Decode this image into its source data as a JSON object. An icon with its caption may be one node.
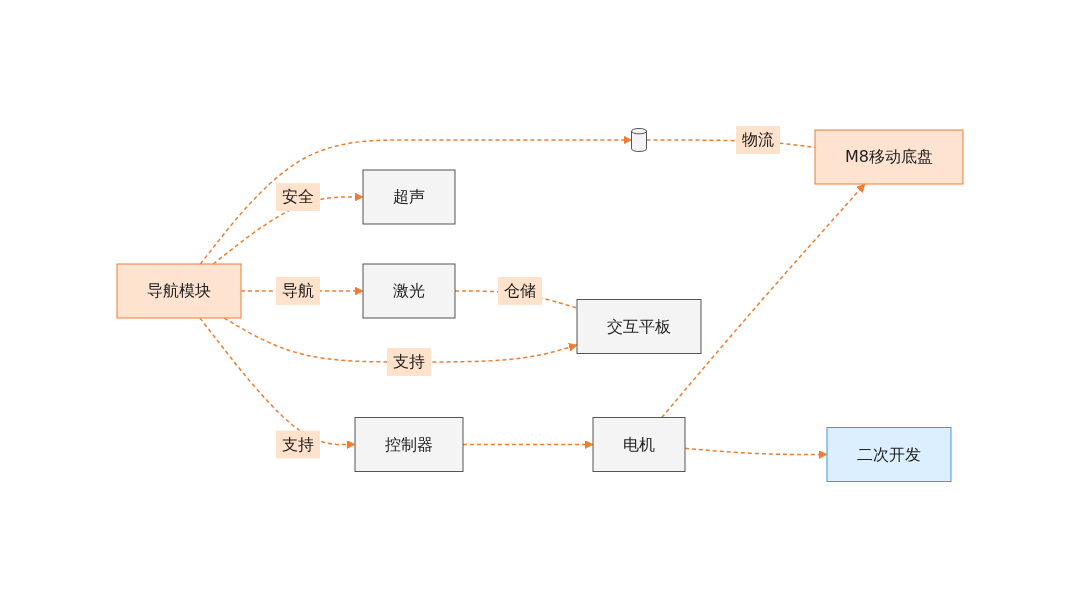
{
  "diagram": {
    "nodes": [
      {
        "text": [
          "激光"
        ]
      },
      {
        "text": [],
        "shape": "cylinder"
      },
      {
        "text": [
          "导航模块"
        ]
      },
      {
        "text": [
          "超声"
        ]
      },
      {
        "text": [
          "交互平板"
        ]
      },
      {
        "text": [
          "电机"
        ]
      },
      {
        "text": [
          "控制器"
        ]
      },
      {
        "text": [
          "二次开发"
        ]
      },
      {
        "text": [
          "M8移动底盘"
        ]
      }
    ],
    "edges": [
      {
        "from": 2,
        "to": 0,
        "arrow": "to",
        "label": "导航",
        "style": "dashed"
      },
      {
        "from": 2,
        "to": 1,
        "arrow": "to",
        "style": "dashed"
      },
      {
        "from": 2,
        "to": 3,
        "arrow": "to",
        "label": "安全",
        "style": "dashed"
      },
      {
        "from": 2,
        "to": 4,
        "arrow": "to",
        "label": "支持",
        "style": "dashed"
      },
      {
        "from": 2,
        "to": 6,
        "arrow": "to",
        "label": "支持",
        "style": "dashed"
      },
      {
        "from": 6,
        "to": 5,
        "arrow": "to",
        "style": "dashed"
      },
      {
        "from": 5,
        "to": 8,
        "arrow": "to",
        "style": "dashed"
      },
      {
        "from": 5,
        "to": 7,
        "arrow": "to",
        "style": "dashed"
      },
      {
        "from": 0,
        "to": 4,
        "arrow": "none",
        "label": "仓储",
        "style": "dashed"
      },
      {
        "from": 1,
        "to": 8,
        "arrow": "none",
        "label": "物流",
        "style": "dashed"
      }
    ]
  }
}
